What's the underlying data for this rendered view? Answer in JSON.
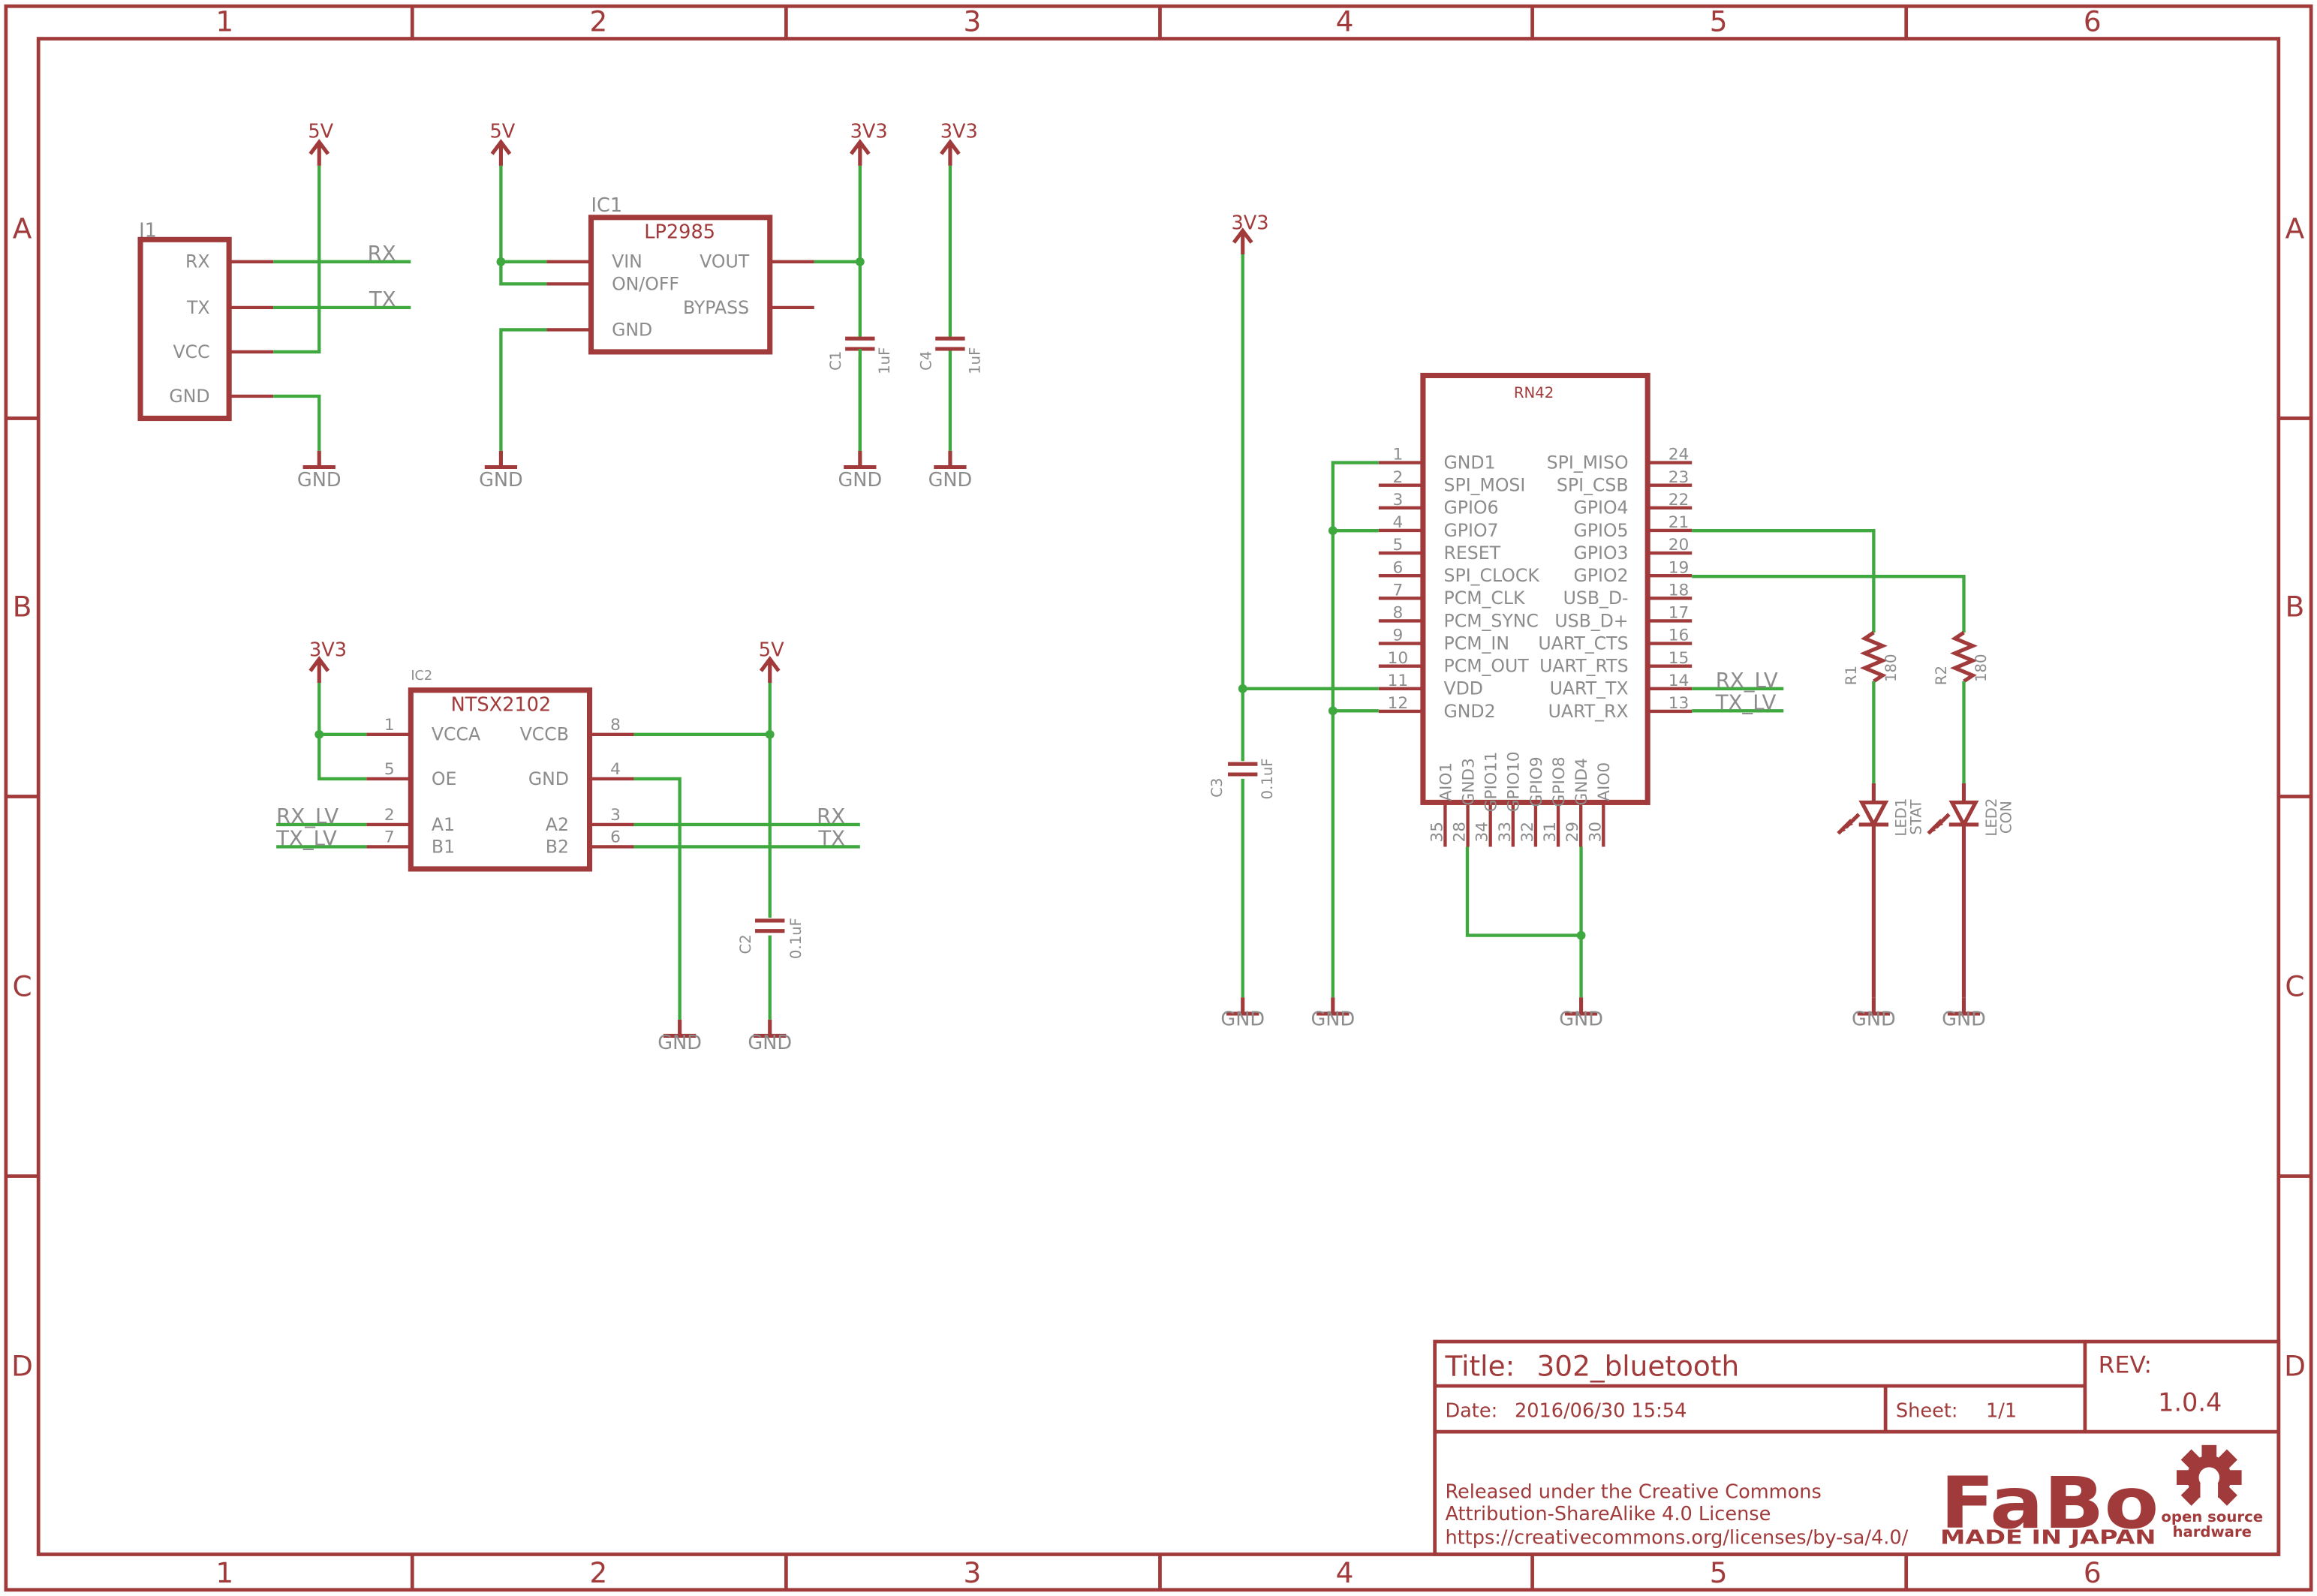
{
  "border": {
    "columns": [
      "1",
      "2",
      "3",
      "4",
      "5",
      "6"
    ],
    "rows": [
      "A",
      "B",
      "C",
      "D"
    ]
  },
  "supplies": {
    "v5": "5V",
    "v3v3": "3V3",
    "gnd": "GND"
  },
  "j1": {
    "ref": "J1",
    "pins": [
      "RX",
      "TX",
      "VCC",
      "GND"
    ],
    "nets": {
      "rx": "RX",
      "tx": "TX"
    }
  },
  "ic1": {
    "ref": "IC1",
    "name": "LP2985",
    "pins": {
      "vin": "VIN",
      "onoff": "ON/OFF",
      "gnd": "GND",
      "vout": "VOUT",
      "bypass": "BYPASS"
    }
  },
  "c1": {
    "ref": "C1",
    "value": "1uF"
  },
  "c4": {
    "ref": "C4",
    "value": "1uF"
  },
  "c2": {
    "ref": "C2",
    "value": "0.1uF"
  },
  "c3": {
    "ref": "C3",
    "value": "0.1uF"
  },
  "ic2": {
    "ref": "IC2",
    "name": "NTSX2102",
    "left_pins": [
      {
        "num": "1",
        "name": "VCCA"
      },
      {
        "num": "5",
        "name": "OE"
      },
      {
        "num": "2",
        "name": "A1"
      },
      {
        "num": "7",
        "name": "B1"
      }
    ],
    "right_pins": [
      {
        "num": "8",
        "name": "VCCB"
      },
      {
        "num": "4",
        "name": "GND"
      },
      {
        "num": "3",
        "name": "A2"
      },
      {
        "num": "6",
        "name": "B2"
      }
    ],
    "nets": {
      "rx_lv": "RX_LV",
      "tx_lv": "TX_LV",
      "rx": "RX",
      "tx": "TX"
    }
  },
  "rn42": {
    "name": "RN42",
    "left_pins": [
      {
        "num": "1",
        "name": "GND1"
      },
      {
        "num": "2",
        "name": "SPI_MOSI"
      },
      {
        "num": "3",
        "name": "GPIO6"
      },
      {
        "num": "4",
        "name": "GPIO7"
      },
      {
        "num": "5",
        "name": "RESET"
      },
      {
        "num": "6",
        "name": "SPI_CLOCK"
      },
      {
        "num": "7",
        "name": "PCM_CLK"
      },
      {
        "num": "8",
        "name": "PCM_SYNC"
      },
      {
        "num": "9",
        "name": "PCM_IN"
      },
      {
        "num": "10",
        "name": "PCM_OUT"
      },
      {
        "num": "11",
        "name": "VDD"
      },
      {
        "num": "12",
        "name": "GND2"
      }
    ],
    "right_pins": [
      {
        "num": "24",
        "name": "SPI_MISO"
      },
      {
        "num": "23",
        "name": "SPI_CSB"
      },
      {
        "num": "22",
        "name": "GPIO4"
      },
      {
        "num": "21",
        "name": "GPIO5"
      },
      {
        "num": "20",
        "name": "GPIO3"
      },
      {
        "num": "19",
        "name": "GPIO2"
      },
      {
        "num": "18",
        "name": "USB_D-"
      },
      {
        "num": "17",
        "name": "USB_D+"
      },
      {
        "num": "16",
        "name": "UART_CTS"
      },
      {
        "num": "15",
        "name": "UART_RTS"
      },
      {
        "num": "14",
        "name": "UART_TX"
      },
      {
        "num": "13",
        "name": "UART_RX"
      }
    ],
    "bottom_pins": [
      {
        "num": "35",
        "name": "AIO1"
      },
      {
        "num": "28",
        "name": "GND3"
      },
      {
        "num": "34",
        "name": "GPIO11"
      },
      {
        "num": "33",
        "name": "GPIO10"
      },
      {
        "num": "32",
        "name": "GPIO9"
      },
      {
        "num": "31",
        "name": "GPIO8"
      },
      {
        "num": "29",
        "name": "GND4"
      },
      {
        "num": "30",
        "name": "AIO0"
      }
    ],
    "nets": {
      "rx_lv": "RX_LV",
      "tx_lv": "TX_LV"
    }
  },
  "r1": {
    "ref": "R1",
    "value": "180"
  },
  "r2": {
    "ref": "R2",
    "value": "180"
  },
  "led1": {
    "ref": "LED1",
    "value": "STAT"
  },
  "led2": {
    "ref": "LED2",
    "value": "CON"
  },
  "title_block": {
    "title_label": "Title:",
    "title": "302_bluetooth",
    "rev_label": "REV:",
    "rev": "1.0.4",
    "date_label": "Date:",
    "date": "2016/06/30 15:54",
    "sheet_label": "Sheet:",
    "sheet": "1/1",
    "license_lines": [
      "Released under the Creative Commons",
      "Attribution-ShareAlike 4.0 License",
      "https://creativecommons.org/licenses/by-sa/4.0/"
    ],
    "logo_text": "FaBo",
    "logo_tagline": "MADE IN JAPAN",
    "oshw_line1": "open source",
    "oshw_line2": "hardware"
  },
  "colors": {
    "symbol": "#a13a3a",
    "wire": "#3fa83f",
    "pin_label": "#8c8c8c",
    "background": "#ffffff"
  }
}
